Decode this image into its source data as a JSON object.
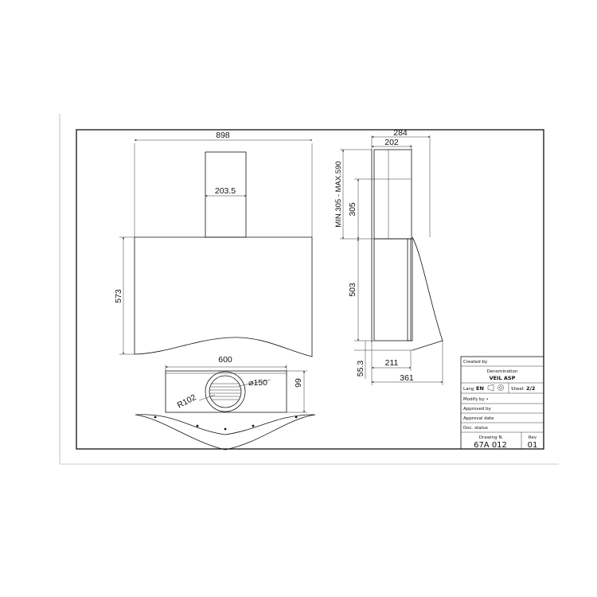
{
  "front_view": {
    "width": "898",
    "chimney_width": "203.5",
    "body_height": "573"
  },
  "bottom_view": {
    "width": "600",
    "radius": "R102",
    "outlet_diameter": "⌀150",
    "depth": "99"
  },
  "side_view": {
    "total_depth": "284",
    "chimney_depth": "202",
    "chimney_range": "MIN.305 - MAX.590",
    "chimney_height": "305",
    "body_height": "503",
    "bottom_offset": "55.3",
    "inner_depth": "211",
    "overall_depth": "361"
  },
  "title_block": {
    "created_by_label": "Created by",
    "denomination_label": "Denomination",
    "denomination_value": "VEIL  ASP",
    "lang_label": "Lang",
    "lang_value": "EN",
    "sheet_label": "Sheet",
    "sheet_value": "2/2",
    "modify_label": "Modify by •",
    "approved_by_label": "Approved by",
    "approval_date_label": "Approval date",
    "doc_status_label": "Doc. status",
    "drawing_no_label": "Drawing N.",
    "drawing_no_value": "67A  012",
    "rev_label": "Rev",
    "rev_value": "01"
  }
}
